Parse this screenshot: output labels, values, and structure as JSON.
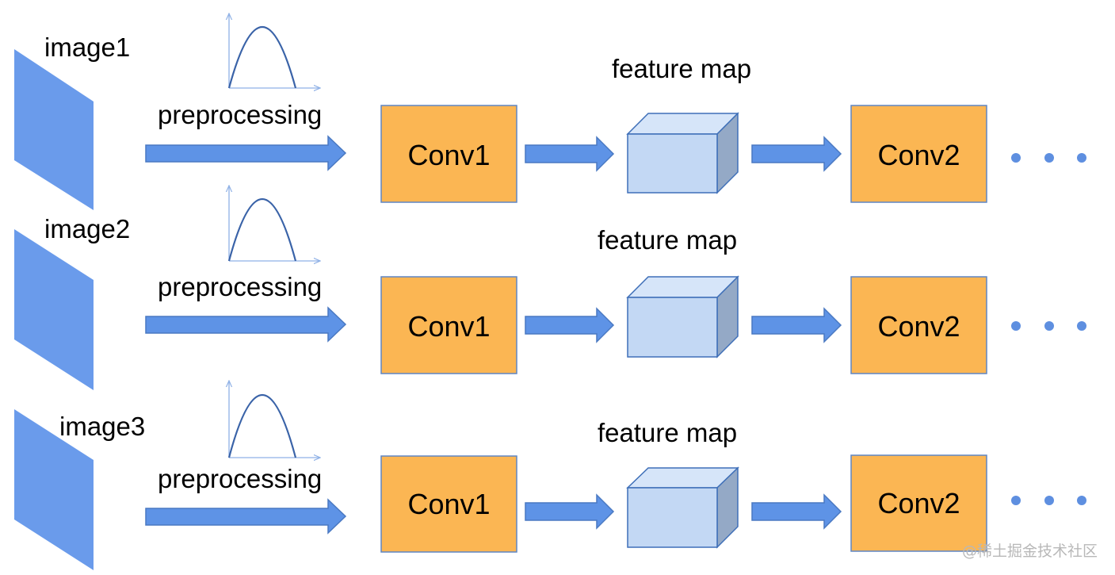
{
  "colors": {
    "image_panel": "#6A9BEB",
    "arrow_fill": "#5E93E6",
    "arrow_stroke": "#4A79C2",
    "conv_fill": "#FBB653",
    "conv_stroke": "#5F86C4",
    "cube_front": "#C3D8F4",
    "cube_top": "#D6E5F9",
    "cube_side": "#94A9C6",
    "cube_stroke": "#3E6FB8",
    "curve": "#3A63A8",
    "axis": "#8FB1E6",
    "dots": "#5E8FE0"
  },
  "rows": [
    {
      "image_label": "image1",
      "preprocessing_label": "preprocessing",
      "feature_map_label": "feature map",
      "conv1_label": "Conv1",
      "conv2_label": "Conv2"
    },
    {
      "image_label": "image2",
      "preprocessing_label": "preprocessing",
      "feature_map_label": "feature map",
      "conv1_label": "Conv1",
      "conv2_label": "Conv2"
    },
    {
      "image_label": "image3",
      "preprocessing_label": "preprocessing",
      "feature_map_label": "feature map",
      "conv1_label": "Conv1",
      "conv2_label": "Conv2"
    }
  ],
  "watermark": "@稀土掘金技术社区"
}
